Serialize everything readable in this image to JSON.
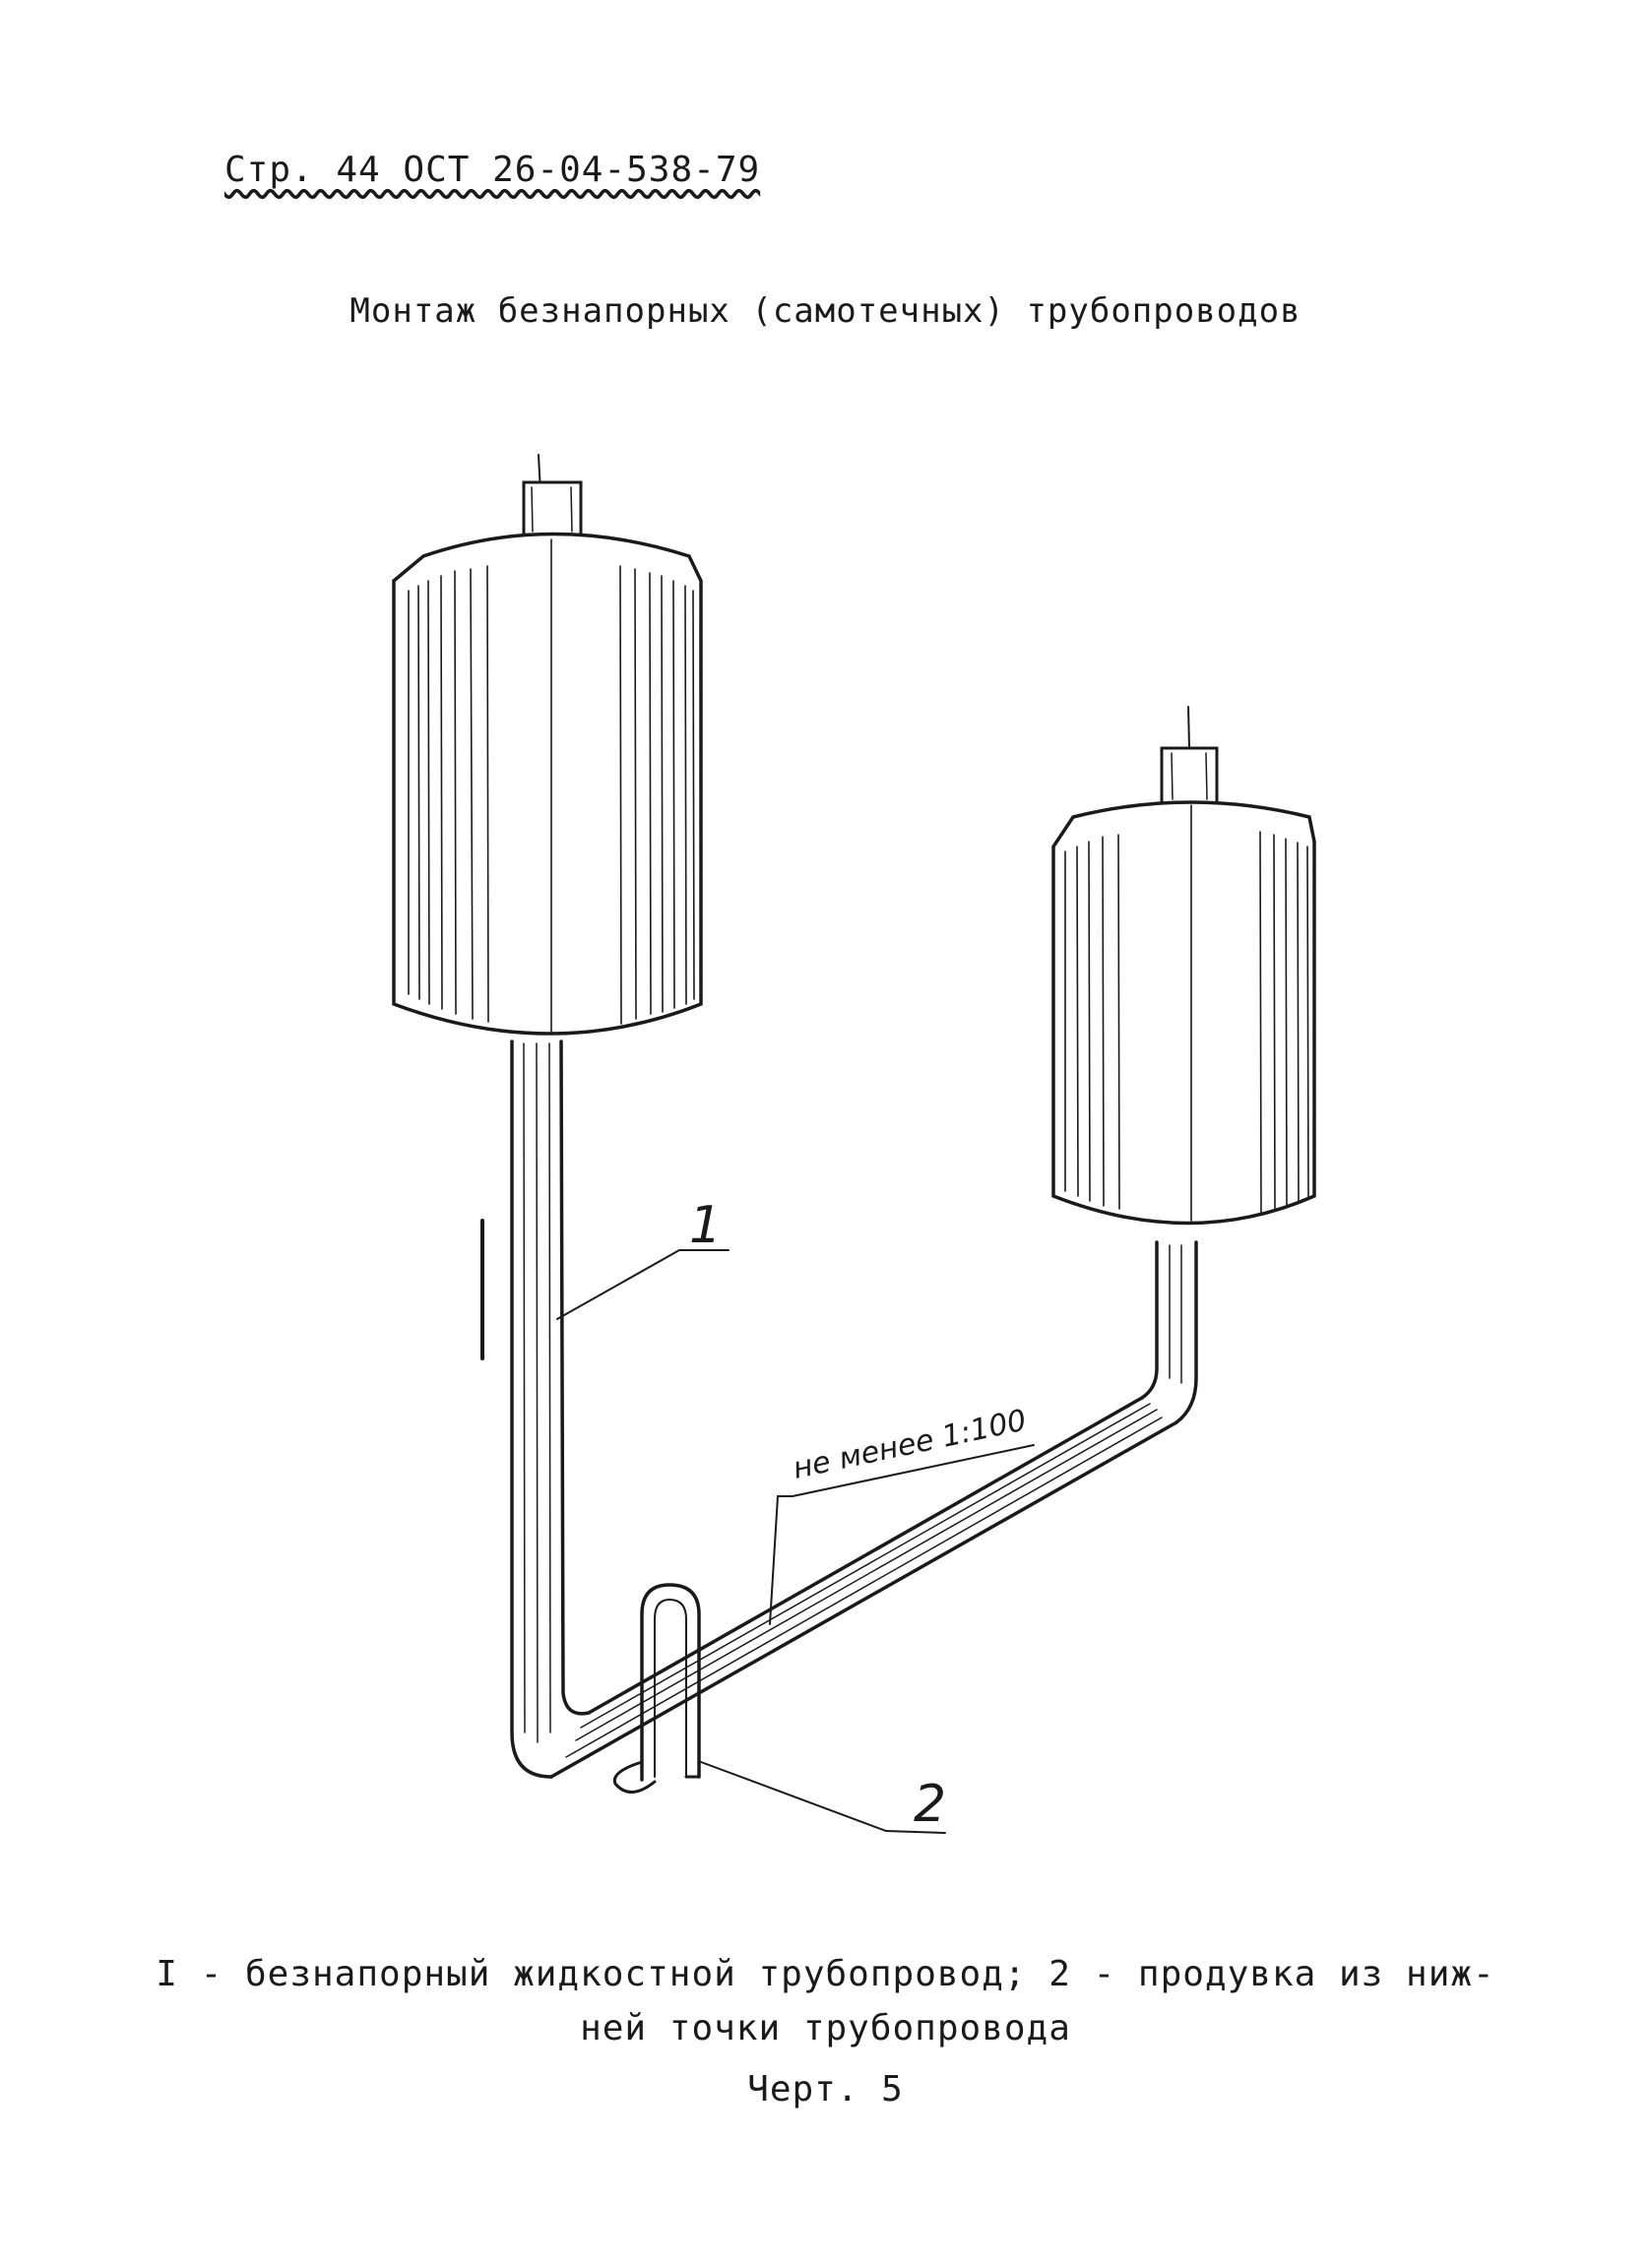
{
  "header": {
    "page_ref": "Стр. 44 ОСТ 26-04-538-79"
  },
  "title": "Монтаж безнапорных (самотечных) трубопроводов",
  "drawing": {
    "label_1": "1",
    "label_2": "2",
    "slope_label": "не менее 1:100"
  },
  "caption": {
    "line1": "I - безнапорный жидкостной трубопровод; 2 - продувка из ниж-",
    "line2": "ней точки трубопровода",
    "figure": "Черт. 5"
  }
}
